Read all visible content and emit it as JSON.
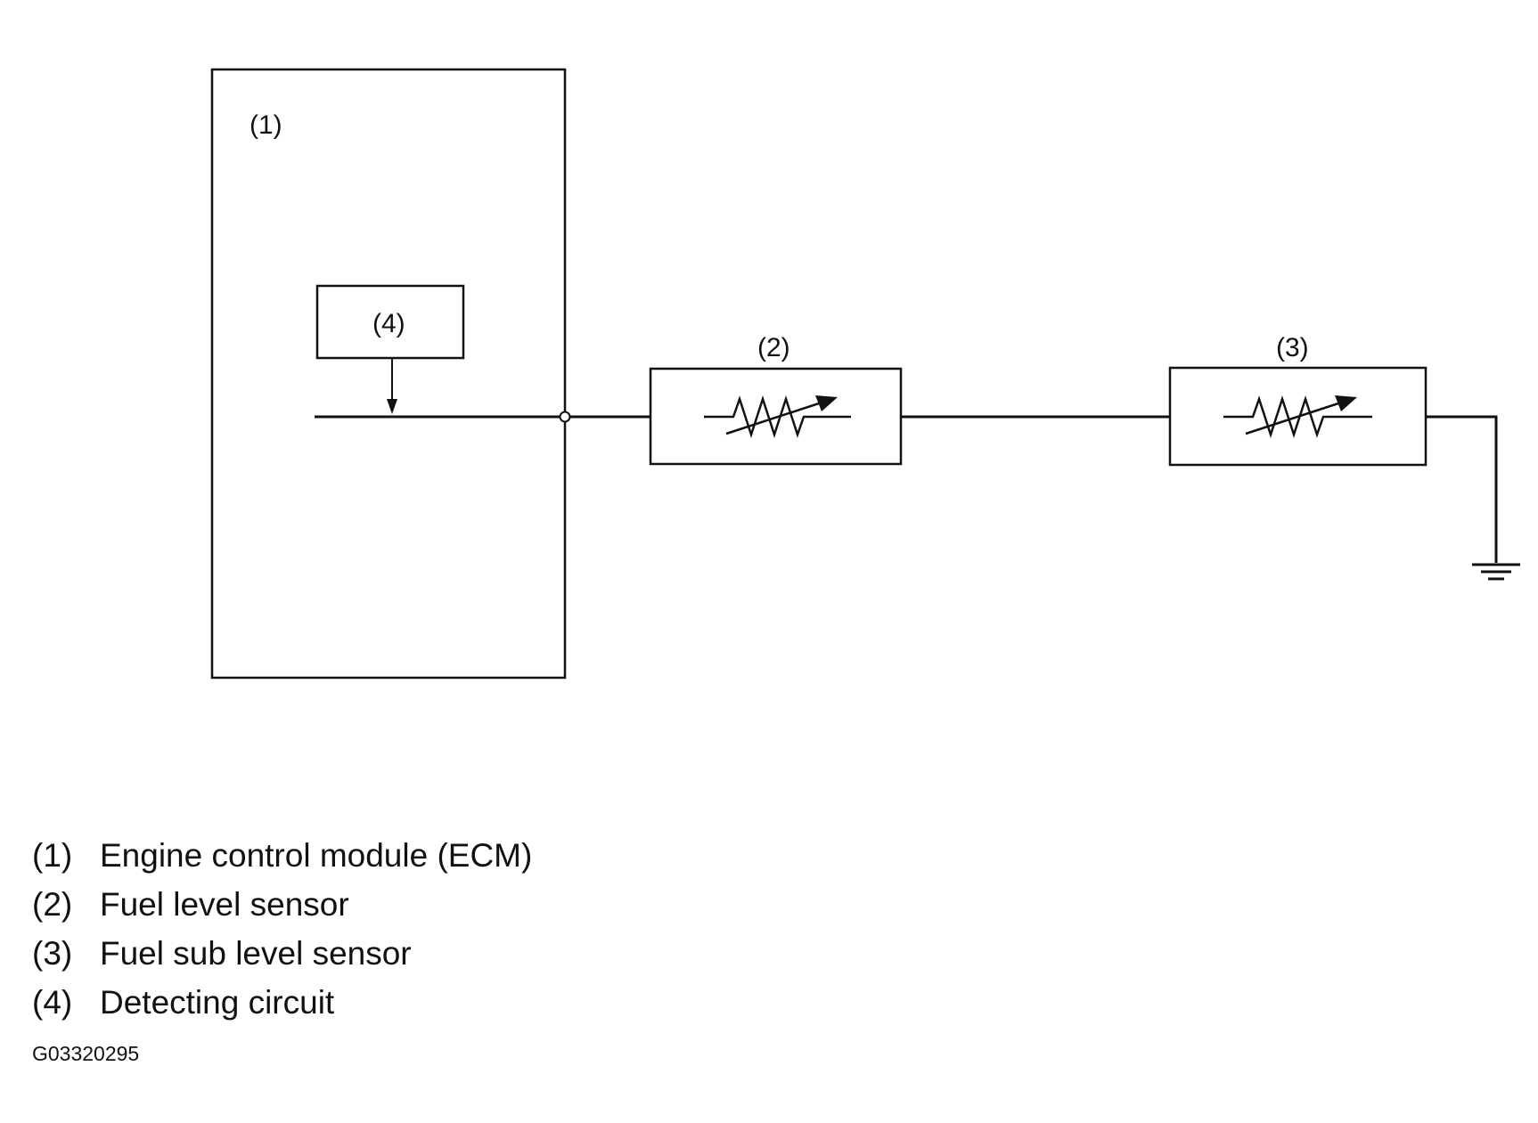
{
  "diagram": {
    "callouts": {
      "ecm": "(1)",
      "fuel_level_sensor": "(2)",
      "fuel_sub_level_sensor": "(3)",
      "detecting_circuit": "(4)"
    }
  },
  "legend": [
    {
      "num": "(1)",
      "text": "Engine control module (ECM)"
    },
    {
      "num": "(2)",
      "text": "Fuel level sensor"
    },
    {
      "num": "(3)",
      "text": "Fuel sub level sensor"
    },
    {
      "num": "(4)",
      "text": "Detecting circuit"
    }
  ],
  "figure_id": "G03320295"
}
